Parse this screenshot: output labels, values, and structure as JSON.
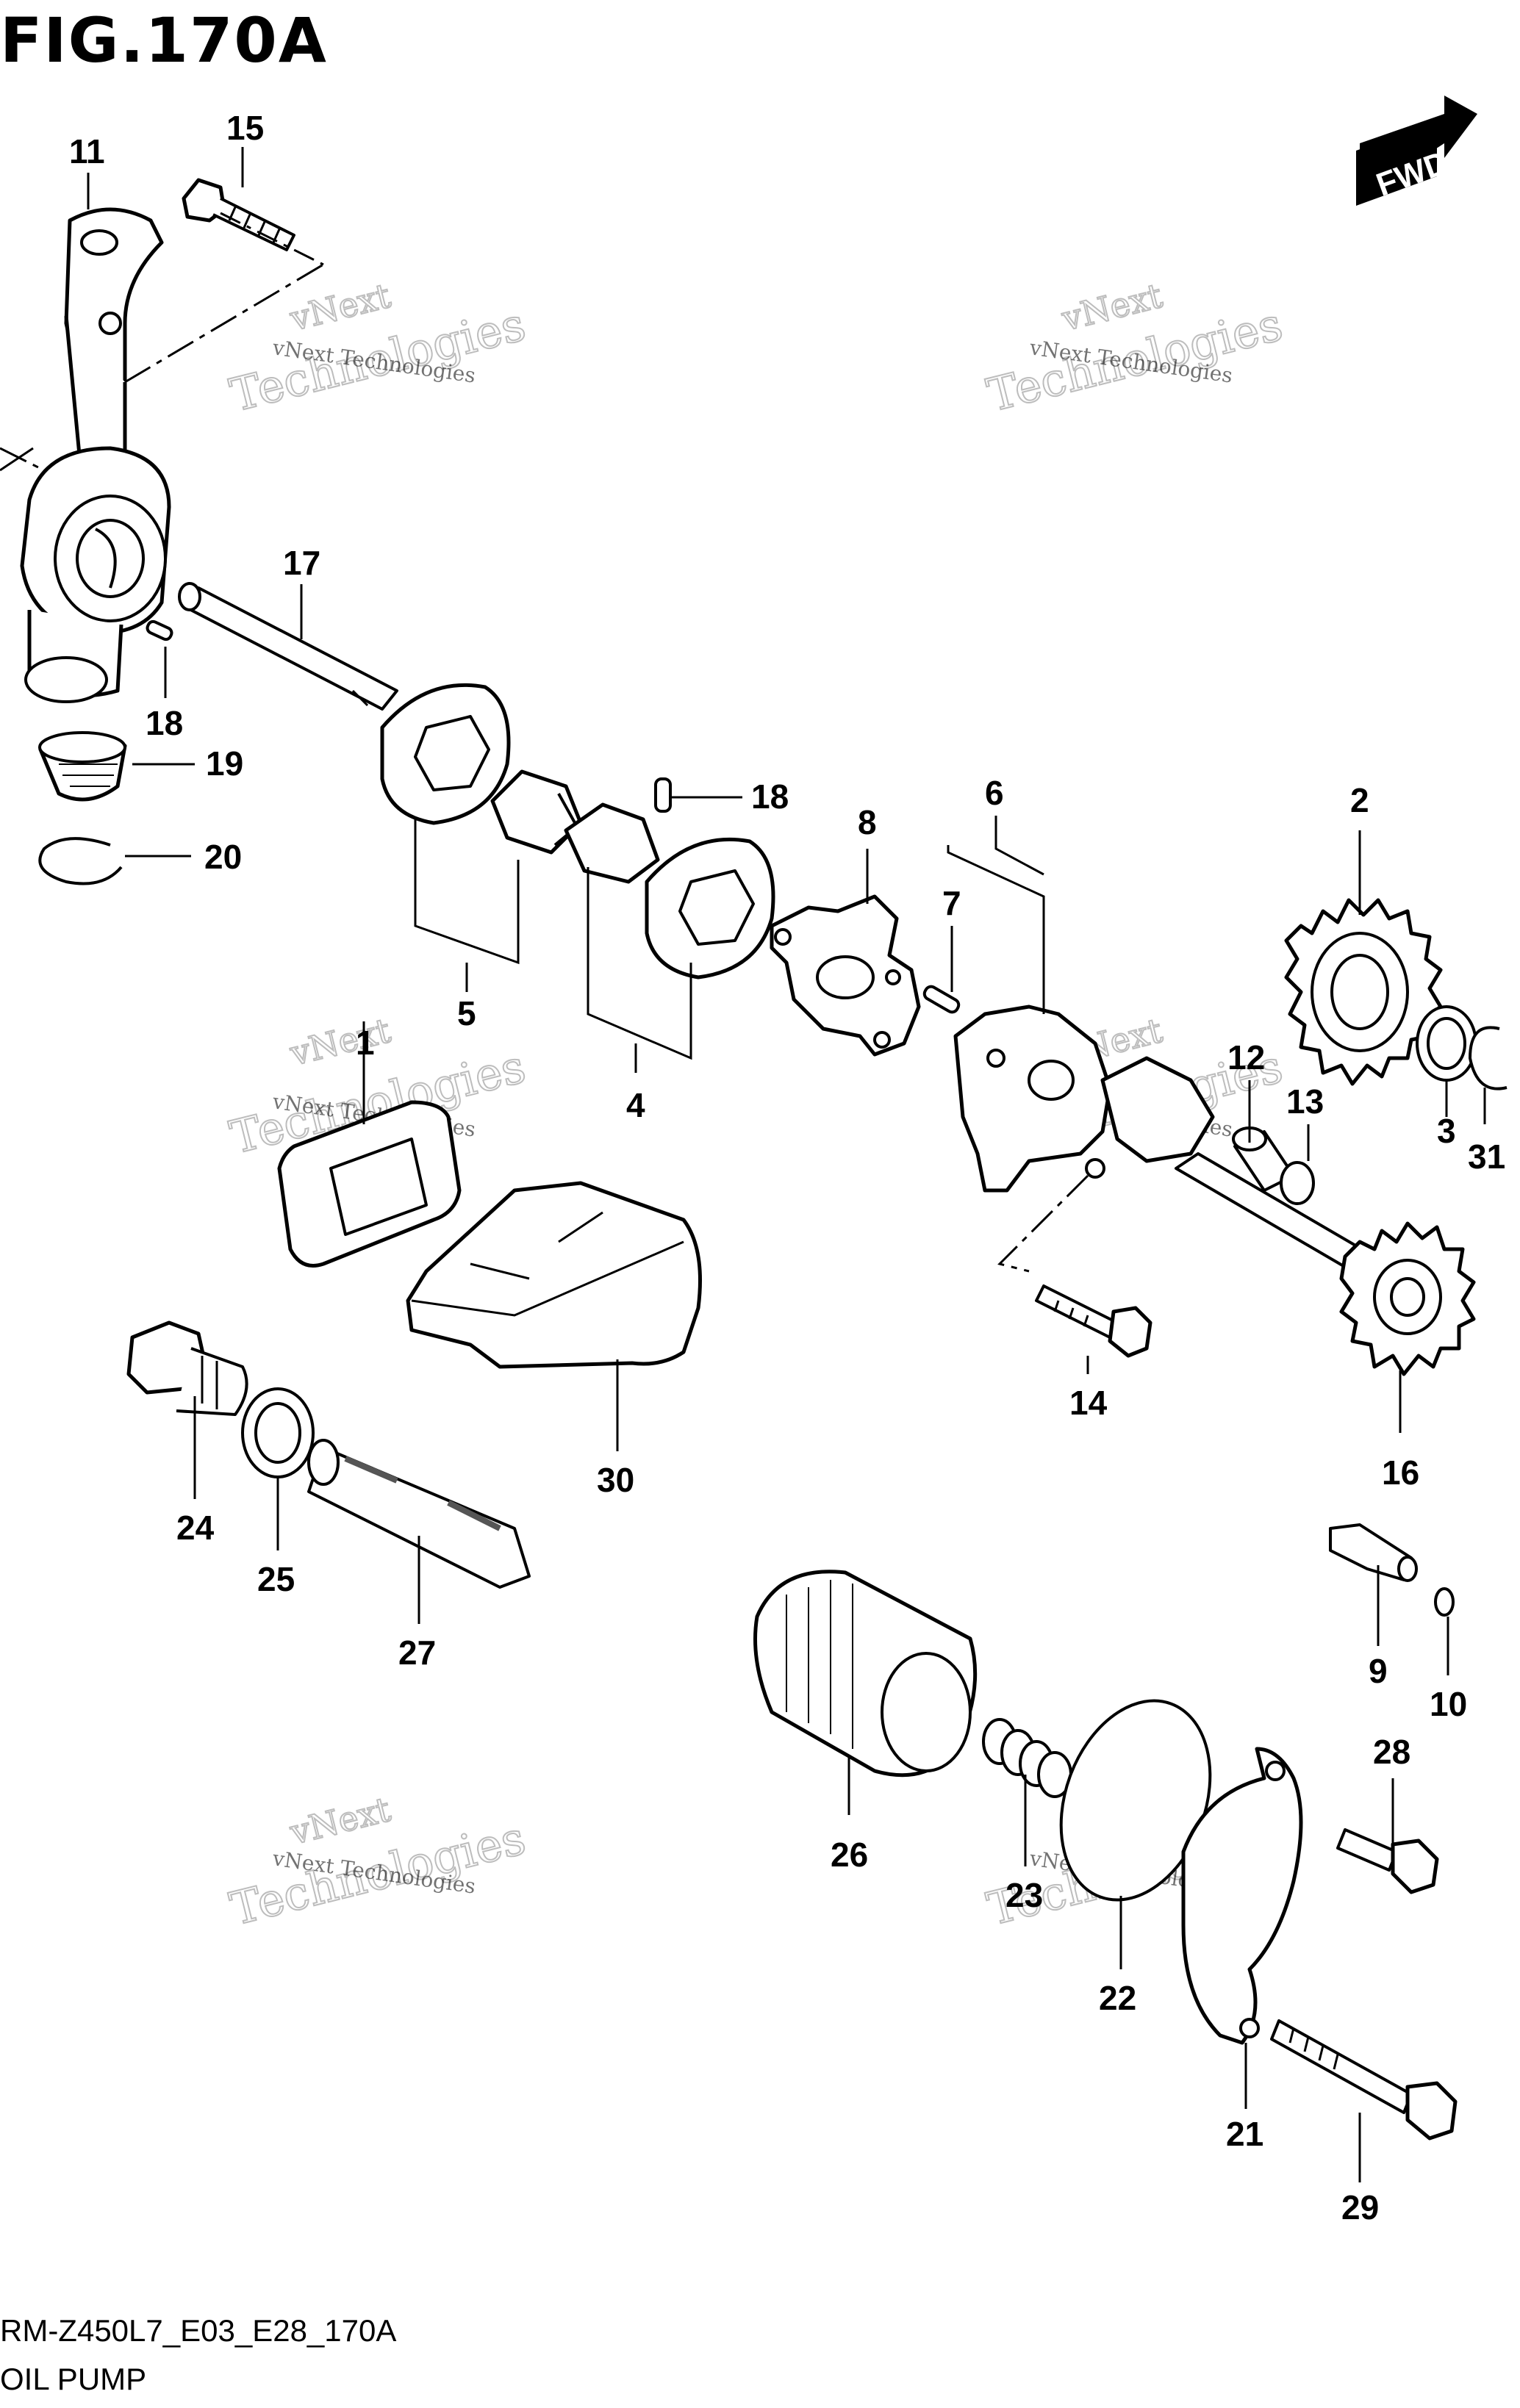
{
  "figure": {
    "title": "FIG.170A",
    "code": "RM-Z450L7_E03_E28_170A",
    "name": "OIL PUMP"
  },
  "direction_badge": "FWD",
  "watermark": {
    "small": "vNext Technologies",
    "big_a": "vNext",
    "big_b": "Technologies"
  },
  "callouts": {
    "c1": "1",
    "c2": "2",
    "c3": "3",
    "c4": "4",
    "c5": "5",
    "c6": "6",
    "c7": "7",
    "c8": "8",
    "c9": "9",
    "c10": "10",
    "c11": "11",
    "c12": "12",
    "c13": "13",
    "c14": "14",
    "c15": "15",
    "c16": "16",
    "c17": "17",
    "c18a": "18",
    "c18b": "18",
    "c19": "19",
    "c20": "20",
    "c21": "21",
    "c22": "22",
    "c23": "23",
    "c24": "24",
    "c25": "25",
    "c26": "26",
    "c27": "27",
    "c28": "28",
    "c29": "29",
    "c30": "30",
    "c31": "31"
  }
}
